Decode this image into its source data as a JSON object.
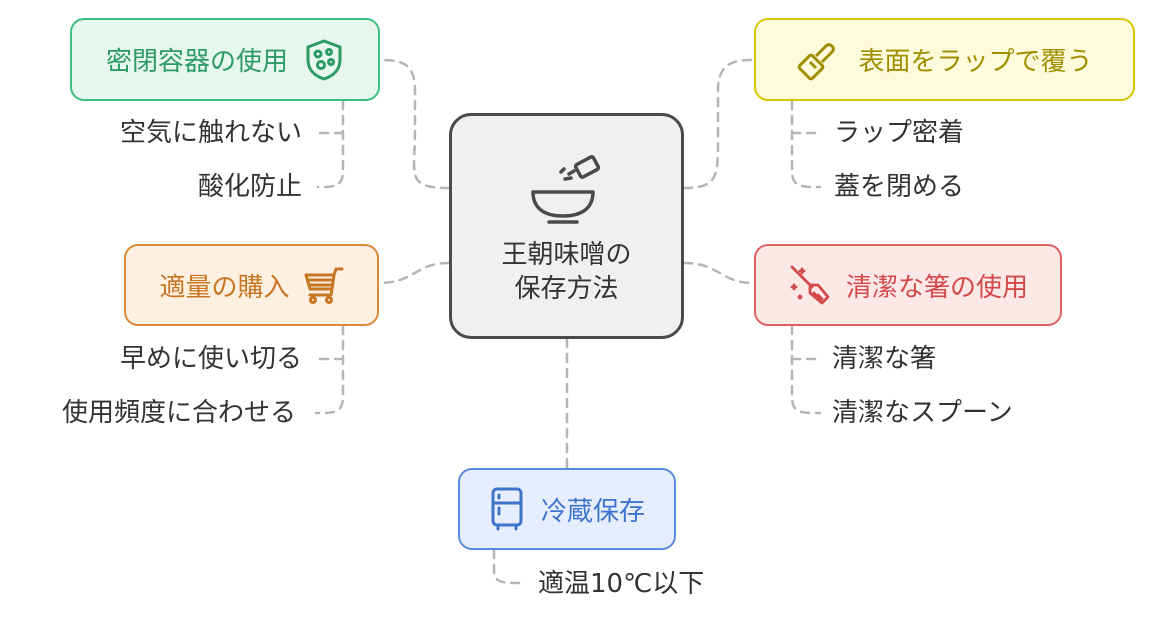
{
  "center": {
    "title_line1": "王朝味噌の",
    "title_line2": "保存方法",
    "icon": "bowl-icon"
  },
  "branches": {
    "container": {
      "label": "密閉容器の使用",
      "icon": "shield-dots-icon",
      "color": "#3fbf7f",
      "leaves": [
        "空気に触れない",
        "酸化防止"
      ]
    },
    "wrap": {
      "label": "表面をラップで覆う",
      "icon": "lipstick-icon",
      "color": "#d9c500",
      "leaves": [
        "ラップ密着",
        "蓋を閉める"
      ]
    },
    "buy": {
      "label": "適量の購入",
      "icon": "cart-icon",
      "color": "#d88a3a",
      "leaves": [
        "早めに使い切る",
        "使用頻度に合わせる"
      ]
    },
    "clean": {
      "label": "清潔な箸の使用",
      "icon": "broom-sparkle-icon",
      "color": "#e06060",
      "leaves": [
        "清潔な箸",
        "清潔なスプーン"
      ]
    },
    "fridge": {
      "label": "冷蔵保存",
      "icon": "fridge-icon",
      "color": "#5a8ad8",
      "leaves": [
        "適温10℃以下"
      ]
    }
  }
}
